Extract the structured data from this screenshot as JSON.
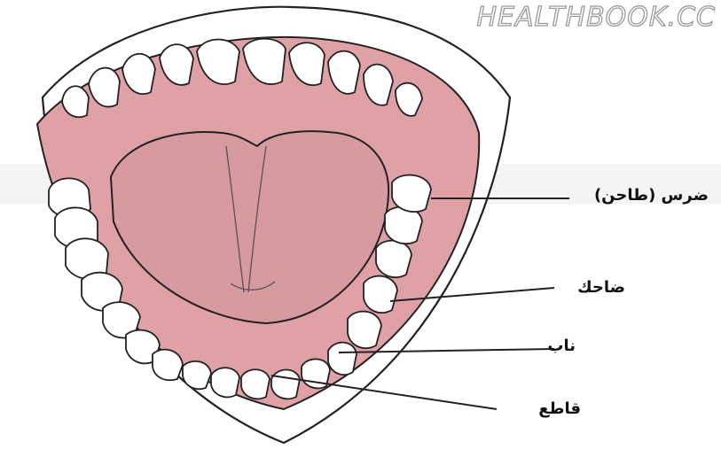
{
  "watermark": "HEALTHBOOK.CC",
  "labels": {
    "molar": "ضرس (طاحن)",
    "premolar": "ضاحك",
    "canine": "ناب",
    "incisor": "قاطع"
  },
  "colors": {
    "gum": "#dfa1a6",
    "tongue": "#d69aa0",
    "tooth": "#ffffff",
    "outline": "#222222",
    "lip": "#ffffff"
  }
}
